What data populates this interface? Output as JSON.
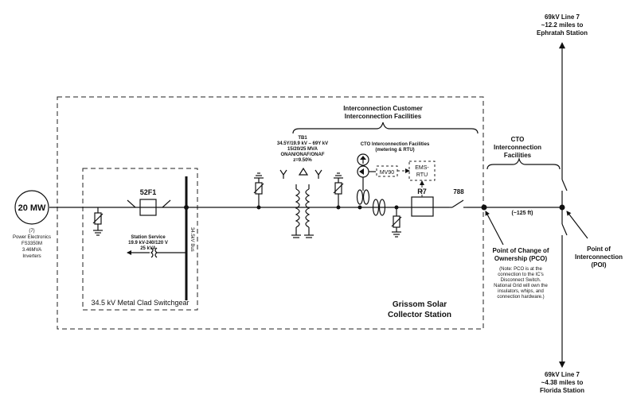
{
  "generator": {
    "rating": "20 MW",
    "count": "(7)",
    "line1": "Power Electronics",
    "line2": "FS3350M",
    "line3": "3.46MVA",
    "line4": "Inverters"
  },
  "breaker_52f1": "52F1",
  "bus_label": "34.5kV Bus",
  "station_service": {
    "title": "Station Service",
    "line2": "19.9 kV-240/120 V",
    "line3": "25 kVA"
  },
  "switchgear_label": "34.5 kV Metal Clad Switchgear",
  "transformer": {
    "name": "TB1",
    "line2": "34.5Y/19.9 kV – 69Y kV",
    "line3": "15/20/25 MVA",
    "line4": "ONAN/ONAF/ONAF",
    "line5": "z=9.50%"
  },
  "icif_label": {
    "line1": "Interconnection Customer",
    "line2": "Interconnection Facilities"
  },
  "cto_facilities": {
    "line1": "CTO  Interconnection Facilities",
    "line2": "(metering & RTU)"
  },
  "mv90": "MV90",
  "ems_rtu": {
    "line1": "EMS-",
    "line2": "RTU"
  },
  "r7": "R7",
  "switch_788": "788",
  "cto_label": {
    "line1": "CTO",
    "line2": "Interconnection",
    "line3": "Facilities"
  },
  "distance": "(~125 ft)",
  "pco": {
    "line1": "Point of Change of",
    "line2": "Ownership (PCO)",
    "note1": "(Note: PCO is at the",
    "note2": "connection to the IC's",
    "note3": "Disconnect Switch.",
    "note4": "National Grid will own the",
    "note5": "insulators, whips, and",
    "note6": "connection hardware.)"
  },
  "poi": {
    "line1": "Point of",
    "line2": "Interconnection",
    "line3": "(POI)"
  },
  "station_name": {
    "line1": "Grissom Solar",
    "line2": "Collector Station"
  },
  "line_top": {
    "line1": "69kV Line 7",
    "line2": "~12.2 miles to",
    "line3": "Ephratah Station"
  },
  "line_bottom": {
    "line1": "69kV Line 7",
    "line2": "~4.38 miles to",
    "line3": "Florida Station"
  }
}
